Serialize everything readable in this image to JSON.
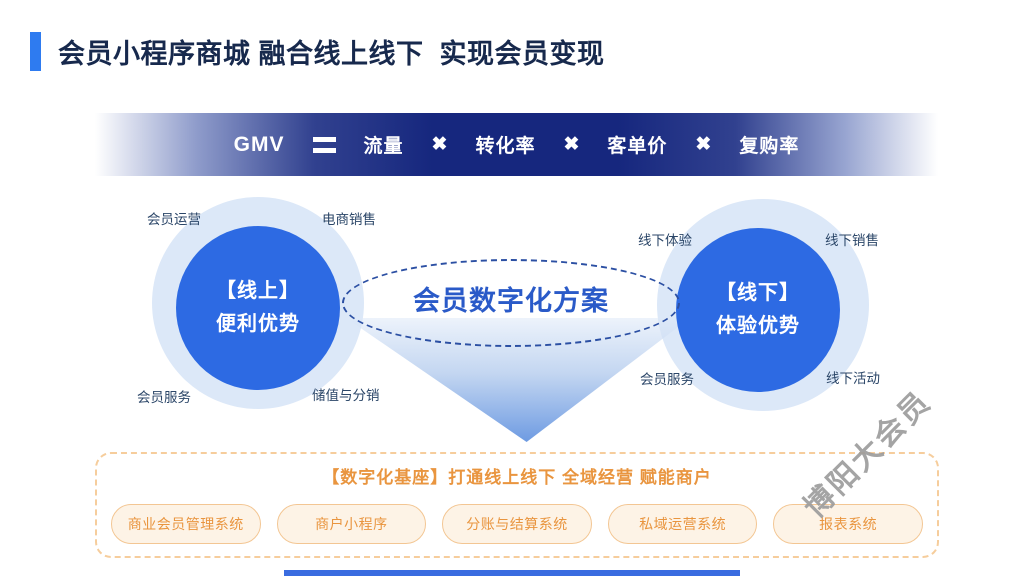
{
  "header": {
    "title": "会员小程序商城 融合线上线下  实现会员变现"
  },
  "formula": {
    "lhs": "GMV",
    "equals_glyph": "=",
    "times_glyph": "✖",
    "factors": [
      "流量",
      "转化率",
      "客单价",
      "复购率"
    ]
  },
  "online_circle": {
    "title_line1": "【线上】",
    "title_line2": "便利优势",
    "label_top_left": "会员运营",
    "label_top_right": "电商销售",
    "label_bottom_left": "会员服务",
    "label_bottom_right": "储值与分销"
  },
  "offline_circle": {
    "title_line1": "【线下】",
    "title_line2": "体验优势",
    "label_top_left": "线下体验",
    "label_top_right": "线下销售",
    "label_bottom_left": "会员服务",
    "label_bottom_right": "线下活动"
  },
  "center_solution": {
    "label": "会员数字化方案"
  },
  "foundation": {
    "title": "【数字化基座】打通线上线下 全域经营 赋能商户",
    "pills": [
      "商业会员管理系统",
      "商户小程序",
      "分账与结算系统",
      "私域运营系统",
      "报表系统"
    ]
  },
  "watermark": {
    "text": "博阳大会员"
  },
  "colors": {
    "accent_blue": "#2E7BF0",
    "title_navy": "#17294D",
    "banner_navy": "#16277E",
    "circle_blue": "#2D6AE3",
    "circle_halo": "#DCE8F8",
    "label_navy": "#2B4668",
    "ellipse_blue": "#2A5AC8",
    "orange_text": "#E9953F",
    "orange_border": "#F6CD9C",
    "pill_fill": "#FDF3E6",
    "watermark_gray": "#9B9B9B",
    "footer_bar_blue": "#3A6CE0"
  }
}
